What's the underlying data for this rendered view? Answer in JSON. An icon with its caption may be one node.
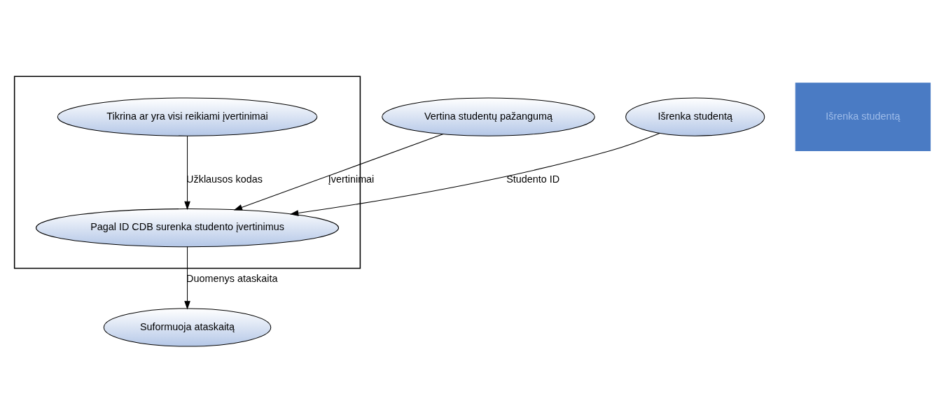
{
  "diagram": {
    "nodes": [
      {
        "text": [
          "Suformuoja ataskaitą"
        ]
      },
      {
        "text": [],
        "shape": "box"
      },
      {
        "text": [
          "Tikrina ar yra visi reikiami įvertinimai"
        ],
        "in": 1
      },
      {
        "text": [
          "Vertina studentų pažangumą"
        ]
      },
      {
        "text": [
          "Pagal ID CDB surenka studento įvertinimus"
        ],
        "in": 1
      },
      {
        "text": [
          "Išrenka studentą"
        ]
      },
      {
        "text": [
          "Išrenka studentą"
        ]
      }
    ],
    "edges": [
      {
        "from": 4,
        "to": 0,
        "arrow": "to",
        "label": "Duomenys ataskaita"
      },
      {
        "from": 2,
        "to": 4,
        "arrow": "to",
        "label": "Užklausos kodas"
      },
      {
        "from": 3,
        "to": 4,
        "arrow": "to",
        "label": "Įvertinimai"
      },
      {
        "from": 6,
        "to": 4,
        "arrow": "to",
        "label": "Studento ID"
      }
    ]
  }
}
